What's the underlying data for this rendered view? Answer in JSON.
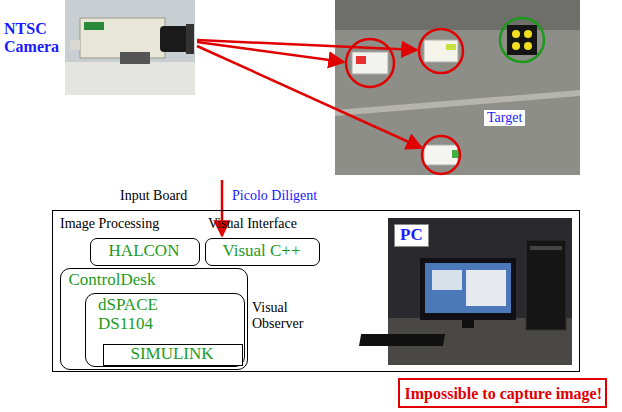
{
  "diagram": {
    "nodes": [
      {
        "text": [
          "PC"
        ]
      },
      {
        "text": [
          "HALCON"
        ],
        "in": 0
      },
      {
        "text": [
          "Visual C++"
        ],
        "in": 0
      },
      {
        "text": [
          "ControlDesk"
        ],
        "in": 0
      },
      {
        "text": [
          "dSPACE DS1104"
        ],
        "in": 3
      },
      {
        "text": [
          "SIMULINK"
        ],
        "in": 4
      },
      {
        "text": [
          "Impossible to capture image!"
        ]
      }
    ],
    "labels": [
      "NTSC Camera",
      "Target",
      "Input Board",
      "Picolo Diligent",
      "Image Processing",
      "Visual Interface",
      "Visual Observer"
    ]
  }
}
